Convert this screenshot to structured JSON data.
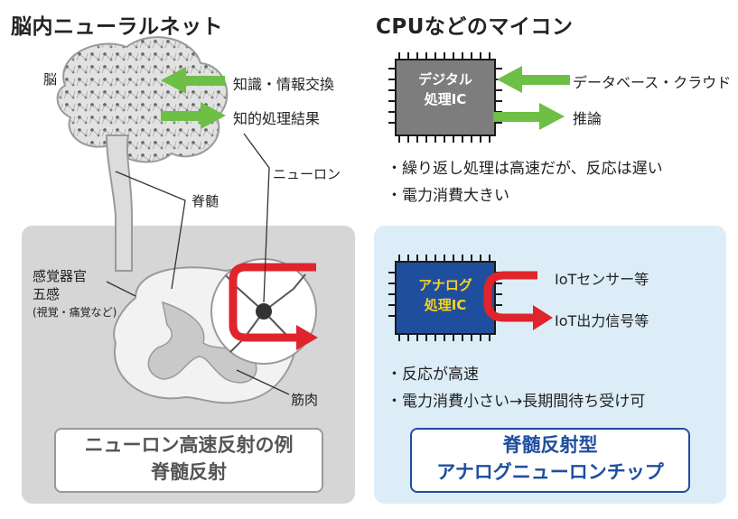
{
  "left": {
    "title": "脳内ニューラルネット",
    "brain_label": "脳",
    "arrow_in_label": "知識・情報交換",
    "arrow_out_label": "知的処理結果",
    "neuron_label": "ニューロン",
    "spine_label": "脊髄",
    "sense_label_1": "感覚器官",
    "sense_label_2": "五感",
    "sense_label_3": "(視覚・痛覚など)",
    "muscle_label": "筋肉",
    "caption_line1": "ニューロン高速反射の例",
    "caption_line2": "脊髄反射"
  },
  "right": {
    "title": "CPUなどのマイコン",
    "digital_chip_line1": "デジタル",
    "digital_chip_line2": "処理IC",
    "arrow_in_label": "データベース・クラウド",
    "arrow_out_label": "推論",
    "digital_bullets": [
      "・繰り返し処理は高速だが、反応は遅い",
      "・電力消費大きい"
    ],
    "analog_chip_line1": "アナログ",
    "analog_chip_line2": "処理IC",
    "sensor_label": "IoTセンサー等",
    "output_label": "IoT出力信号等",
    "analog_bullets": [
      "・反応が高速",
      "・電力消費小さい→長期間待ち受け可"
    ],
    "caption_line1": "脊髄反射型",
    "caption_line2": "アナログニューロンチップ"
  },
  "colors": {
    "green_arrow": "#6dbf45",
    "red_arrow": "#e0242b",
    "digital_chip": "#7d7d7d",
    "analog_chip": "#1f4e9e",
    "analog_text": "#f5d21e",
    "chip_border": "#1a1a1a",
    "left_panel": "#d6d6d6",
    "right_panel": "#dcedf8",
    "caption_blue": "#1f4e9e"
  }
}
